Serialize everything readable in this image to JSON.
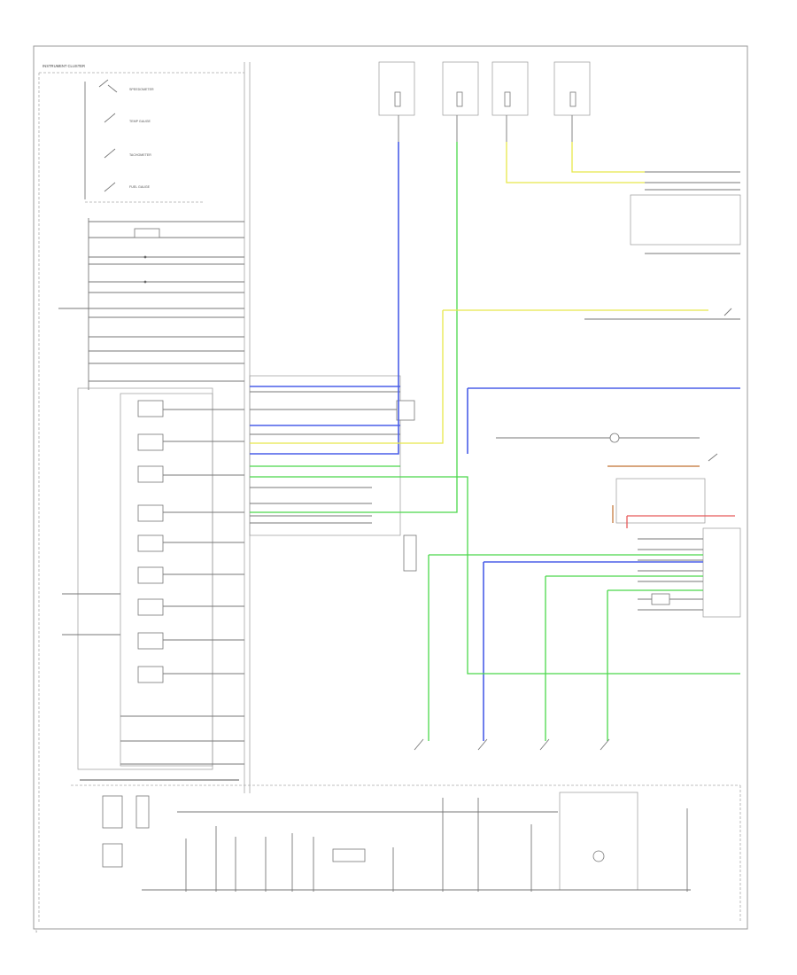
{
  "diagram": {
    "labels": {
      "cluster": "INSTRUMENT CLUSTER",
      "speedometer": "SPEEDOMETER",
      "tachometer": "TACHOMETER",
      "fuel_gauge": "FUEL GAUGE",
      "temp_gauge": "TEMP GAUGE",
      "page_no": "1"
    },
    "colors": {
      "blue": "#4a5ee8",
      "green": "#4bd84b",
      "yellow": "#e8e84a",
      "red": "#e85a5a",
      "wire": "#777777",
      "frame": "#999999"
    }
  }
}
